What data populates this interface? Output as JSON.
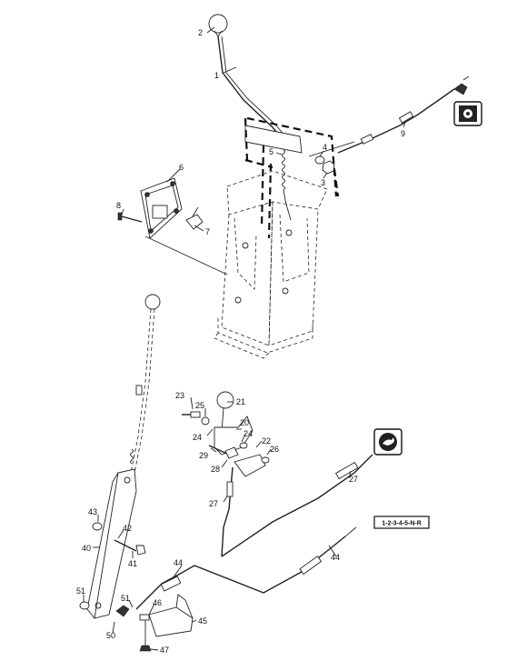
{
  "callouts": {
    "p1": "1",
    "p2": "2",
    "p3": "3",
    "p4": "4",
    "p5": "5",
    "p6": "6",
    "p7": "7",
    "p8": "8",
    "p9": "9",
    "p20": "20",
    "p21": "21",
    "p22": "22",
    "p23": "23",
    "p24a": "24",
    "p24b": "24",
    "p25": "25",
    "p26": "26",
    "p27a": "27",
    "p27b": "27",
    "p28": "28",
    "p29": "29",
    "p40": "40",
    "p41": "41",
    "p42": "42",
    "p43": "43",
    "p44a": "44",
    "p44b": "44",
    "p45": "45",
    "p46": "46",
    "p47": "47",
    "p50": "50",
    "p51a": "51",
    "p51b": "51"
  },
  "speed_code_box": "1-2-3-4-5-N-R",
  "icons": [
    "gearshift-icon",
    "hare-speed-icon"
  ]
}
